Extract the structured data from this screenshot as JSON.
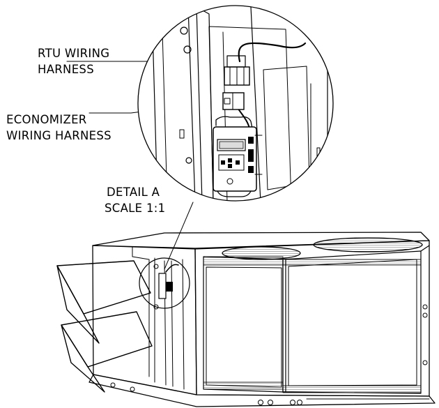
{
  "labels": {
    "rtu_line1": "RTU WIRING",
    "rtu_line2": "HARNESS",
    "econ_line1": "ECONOMIZER",
    "econ_line2": "WIRING HARNESS",
    "detail_line1": "DETAIL A",
    "detail_line2": "SCALE 1:1"
  },
  "colors": {
    "line": "#000000",
    "background": "#ffffff",
    "shade": "#dcdcdc"
  }
}
